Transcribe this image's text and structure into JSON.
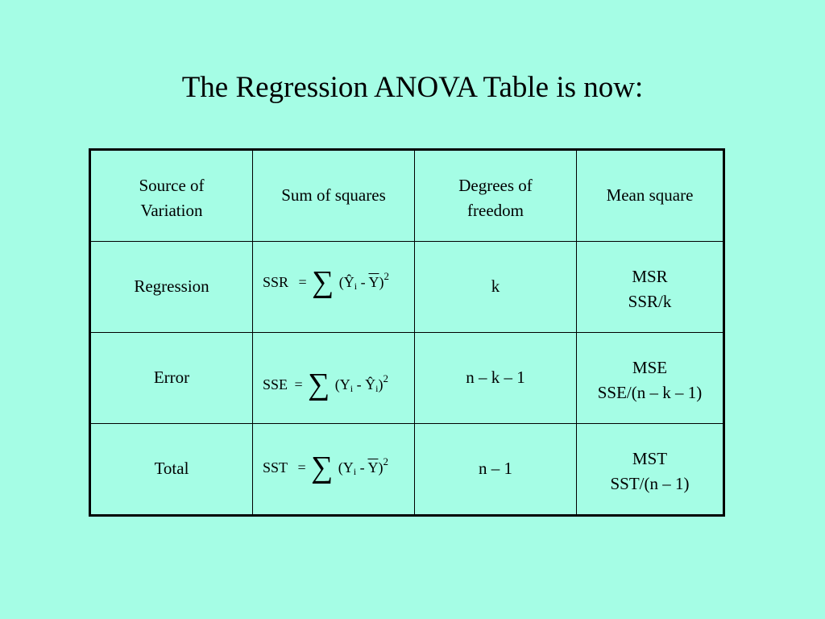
{
  "slide": {
    "title": "The Regression ANOVA Table is now:"
  },
  "table": {
    "headers": {
      "source_line1": "Source of",
      "source_line2": "Variation",
      "sum_of_squares": "Sum of squares",
      "df_line1": "Degrees of",
      "df_line2": "freedom",
      "mean_square": "Mean square"
    },
    "rows": [
      {
        "source": "Regression",
        "ss_lhs": "SSR",
        "ss_eq": "=",
        "ss_sigma": "∑",
        "ss_open": "(Ŷ",
        "ss_sub1": "i",
        "ss_mid": " - ",
        "ss_term2": "Y",
        "ss_sub2": "",
        "ss_close": ")",
        "ss_sup": "2",
        "df": "k",
        "ms_name": "MSR",
        "ms_formula": "SSR/k"
      },
      {
        "source": "Error",
        "ss_lhs": "SSE",
        "ss_eq": "=",
        "ss_sigma": "∑",
        "ss_open": "(Y",
        "ss_sub1": "i",
        "ss_mid": " - ",
        "ss_term2": "Ŷ",
        "ss_sub2": "i",
        "ss_close": ")",
        "ss_sup": "2",
        "df": "n – k – 1",
        "ms_name": "MSE",
        "ms_formula": "SSE/(n – k – 1)"
      },
      {
        "source": "Total",
        "ss_lhs": "SST",
        "ss_eq": "=",
        "ss_sigma": "∑",
        "ss_open": "(Y",
        "ss_sub1": "i",
        "ss_mid": " - ",
        "ss_term2": "Y",
        "ss_sub2": "",
        "ss_close": ")",
        "ss_sup": "2",
        "df": "n – 1",
        "ms_name": "MST",
        "ms_formula": "SST/(n – 1)"
      }
    ]
  }
}
